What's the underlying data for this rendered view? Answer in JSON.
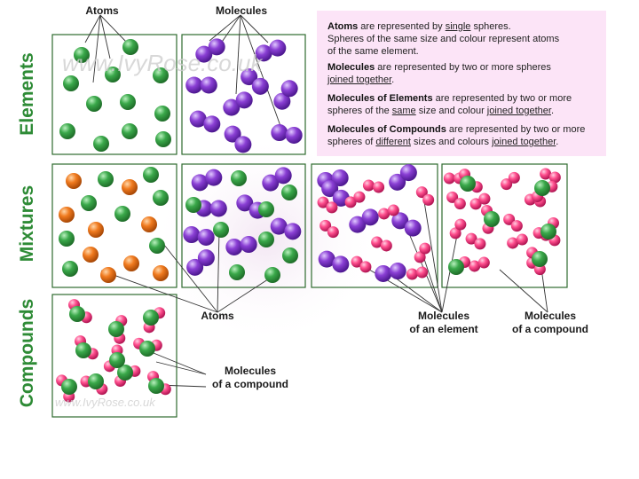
{
  "row_labels": {
    "elements": "Elements",
    "mixtures": "Mixtures",
    "compounds": "Compounds"
  },
  "top_callouts": {
    "atoms": "Atoms",
    "molecules": "Molecules"
  },
  "bottom_callouts": {
    "atoms": "Atoms",
    "molecules_element_line1": "Molecules",
    "molecules_element_line2": "of an element",
    "molecules_compound_line1": "Molecules",
    "molecules_compound_line2": "of a compound"
  },
  "compound_callout": {
    "line1": "Molecules",
    "line2": "of a compound"
  },
  "info": {
    "p1_bold1": "Atoms",
    "p1_t1": " are represented by ",
    "p1_u1": "single",
    "p1_t2": " spheres.",
    "p1_line2": "Spheres of the same size and colour represent atoms",
    "p1_line3": "of the same element.",
    "p2_bold1": "Molecules",
    "p2_t1": " are represented by two or more spheres",
    "p2_u1": "joined together",
    "p3_bold1": "Molecules of Elements",
    "p3_t1": " are represented by two or more",
    "p3_t2": "spheres of the ",
    "p3_u1": "same",
    "p3_t3": " size and colour ",
    "p3_u2": "joined together",
    "p4_bold1": "Molecules of Compounds",
    "p4_t1": " are represented by two or more",
    "p4_t2": "spheres of ",
    "p4_u1": "different",
    "p4_t3": " sizes and colours ",
    "p4_u2": "joined together"
  },
  "watermarks": {
    "top": "www.IvyRose.co.uk",
    "bottom": "www.IvyRose.co.uk"
  },
  "colors": {
    "green": "#3aa84a",
    "green_dark": "#1f7a2c",
    "purple": "#8a3fd4",
    "purple_dark": "#5a1f9e",
    "orange": "#f07a1e",
    "orange_dark": "#b85208",
    "pink": "#ff4f8e",
    "pink_dark": "#c2185b",
    "label_green": "#2e8b36",
    "panel_border": "#2e6b2e",
    "info_bg": "#fce4f7"
  }
}
